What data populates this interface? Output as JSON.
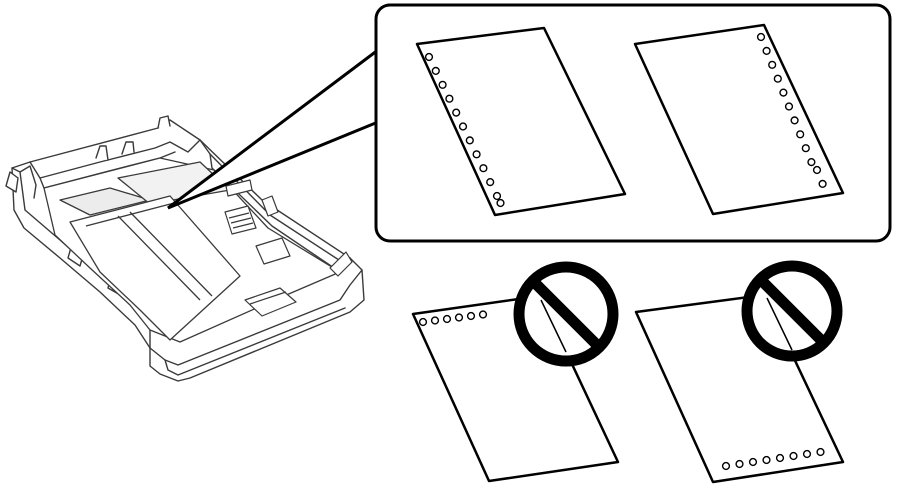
{
  "figure": {
    "colors": {
      "stroke": "#000000",
      "tray_stroke": "#3a3a3a",
      "tray_fill": "#ffffff",
      "paper_fill": "#ffffff",
      "tray_shade": "#e9e9e9",
      "callout_fill": "#ffffff"
    },
    "correct_examples": [
      {
        "name": "holes-left-edge",
        "hole_count": 12
      },
      {
        "name": "holes-right-edge",
        "hole_count": 12
      }
    ],
    "incorrect_examples": [
      {
        "name": "holes-top-edge",
        "hole_count": 6,
        "marker": "prohibited-icon"
      },
      {
        "name": "holes-bottom-edge",
        "hole_count": 8,
        "marker": "prohibited-icon"
      }
    ]
  }
}
